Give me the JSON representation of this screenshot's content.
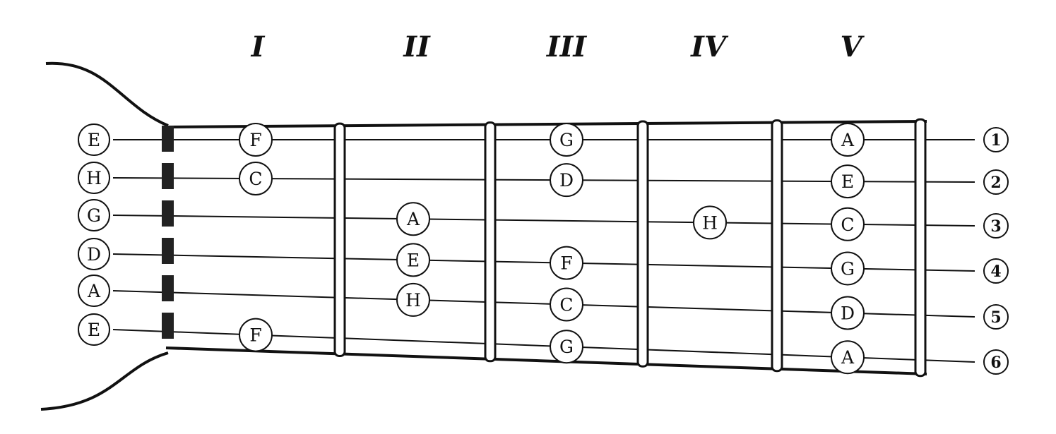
{
  "diagram": {
    "fret_numerals": [
      "I",
      "II",
      "III",
      "IV",
      "V"
    ],
    "open_strings": [
      "E",
      "H",
      "G",
      "D",
      "A",
      "E"
    ],
    "string_numbers": [
      "1",
      "2",
      "3",
      "4",
      "5",
      "6"
    ],
    "notes": [
      {
        "label": "F",
        "string": 1,
        "fret": 1
      },
      {
        "label": "C",
        "string": 2,
        "fret": 1
      },
      {
        "label": "F",
        "string": 6,
        "fret": 1
      },
      {
        "label": "A",
        "string": 3,
        "fret": 2
      },
      {
        "label": "E",
        "string": 4,
        "fret": 2
      },
      {
        "label": "H",
        "string": 5,
        "fret": 2
      },
      {
        "label": "G",
        "string": 1,
        "fret": 3
      },
      {
        "label": "D",
        "string": 2,
        "fret": 3
      },
      {
        "label": "F",
        "string": 4,
        "fret": 3
      },
      {
        "label": "C",
        "string": 5,
        "fret": 3
      },
      {
        "label": "G",
        "string": 6,
        "fret": 3
      },
      {
        "label": "H",
        "string": 3,
        "fret": 4
      },
      {
        "label": "A",
        "string": 1,
        "fret": 5
      },
      {
        "label": "E",
        "string": 2,
        "fret": 5
      },
      {
        "label": "C",
        "string": 3,
        "fret": 5
      },
      {
        "label": "G",
        "string": 4,
        "fret": 5
      },
      {
        "label": "D",
        "string": 5,
        "fret": 5
      },
      {
        "label": "A",
        "string": 6,
        "fret": 5
      }
    ]
  }
}
